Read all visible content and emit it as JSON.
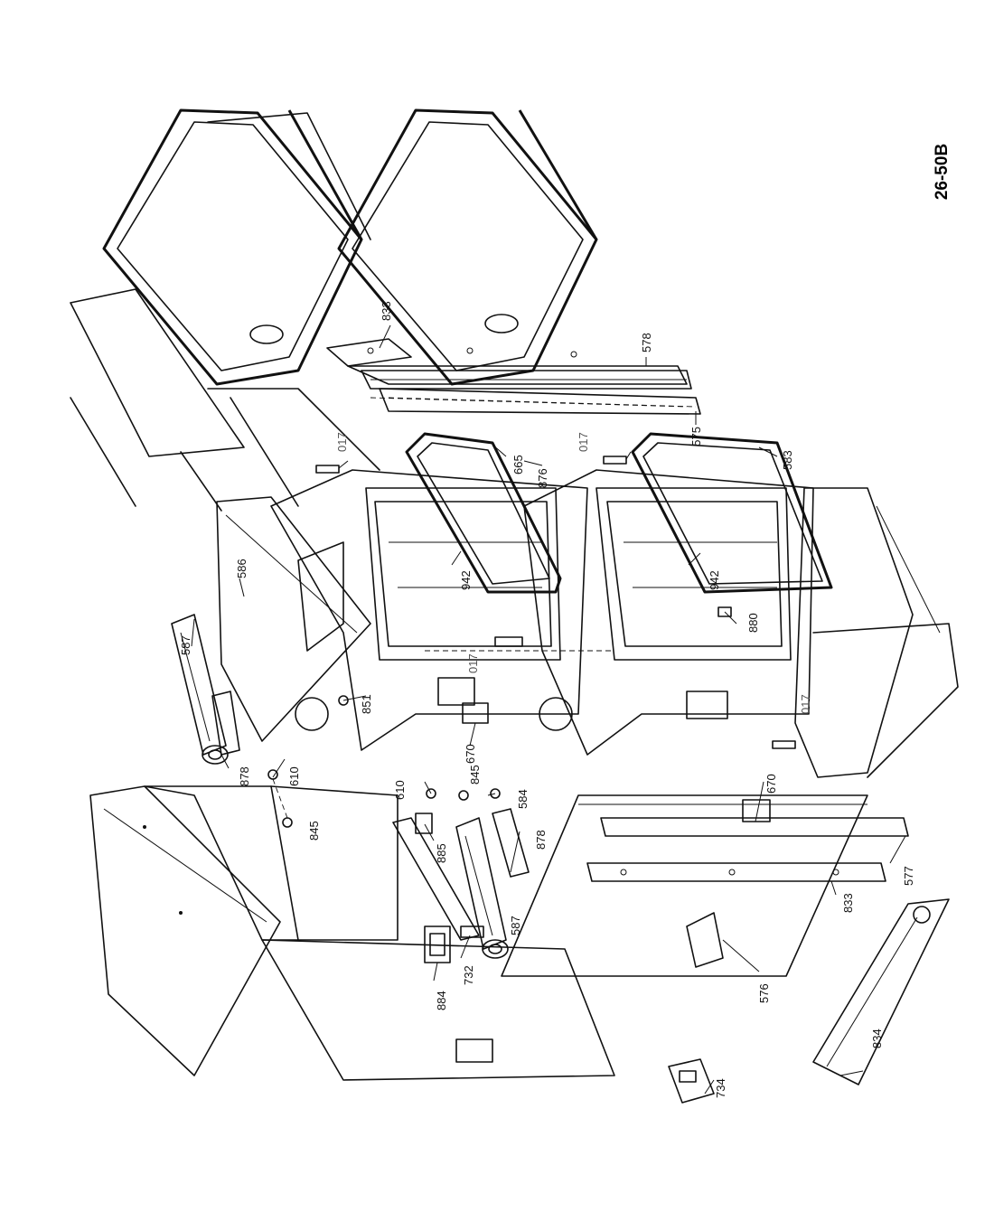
{
  "drawing_code": "26-50B",
  "callouts": {
    "c833_top": "833",
    "c578": "578",
    "c575": "575",
    "c665": "665",
    "c583": "583",
    "c017_a": "017",
    "c017_b": "017",
    "c017_c": "017",
    "c017_d": "017",
    "c876": "876",
    "c586": "586",
    "c942_a": "942",
    "c942_b": "942",
    "c587_a": "587",
    "c587_b": "587",
    "c880": "880",
    "c851": "851",
    "c670_a": "670",
    "c670_b": "670",
    "c845_a": "845",
    "c845_b": "845",
    "c610_a": "610",
    "c610_b": "610",
    "c878_a": "878",
    "c878_b": "878",
    "c584": "584",
    "c885": "885",
    "c577": "577",
    "c833_bottom": "833",
    "c576": "576",
    "c732": "732",
    "c884": "884",
    "c834": "834",
    "c734": "734"
  }
}
